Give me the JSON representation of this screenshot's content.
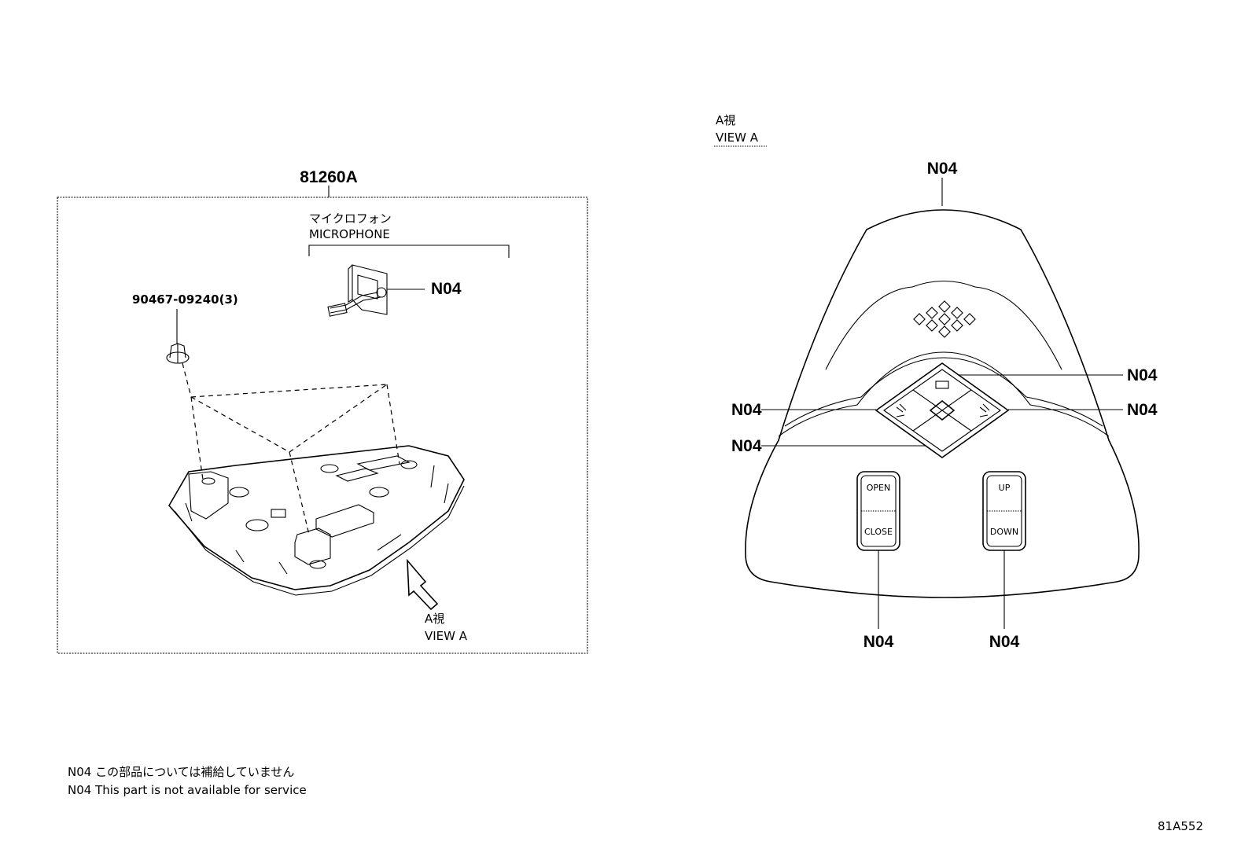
{
  "assembly": {
    "part_number": "81260A",
    "microphone_label_jp": "マイクロフォン",
    "microphone_label_en": "MICROPHONE",
    "microphone_callout": "N04",
    "bolt_callout": "90467-09240(3)",
    "view_arrow_jp": "A視",
    "view_arrow_en": "VIEW A"
  },
  "view_a": {
    "title_jp": "A視",
    "title_en": "VIEW A",
    "callouts": {
      "top": "N04",
      "upper_right": "N04",
      "right": "N04",
      "left": "N04",
      "lower_left": "N04",
      "bottom_left": "N04",
      "bottom_right": "N04"
    },
    "switch_left_top": "OPEN",
    "switch_left_bottom": "CLOSE",
    "switch_right_top": "UP",
    "switch_right_bottom": "DOWN"
  },
  "notes": {
    "jp": "N04 この部品については補給していません",
    "en": "N04 This part is not available for service"
  },
  "drawing_code": "81A552"
}
